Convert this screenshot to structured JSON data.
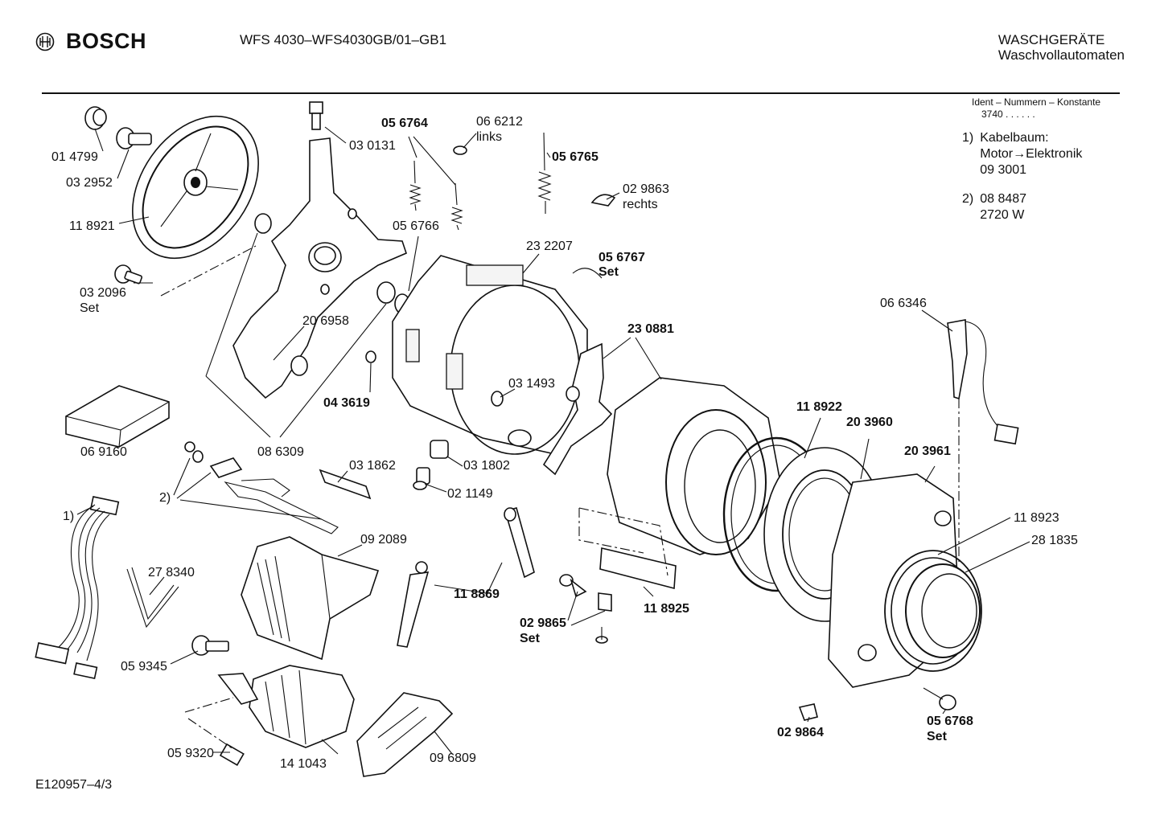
{
  "header": {
    "brand": "BOSCH",
    "model": "WFS 4030–WFS4030GB/01–GB1",
    "category_line1": "WASCHGERÄTE",
    "category_line2": "Waschvollautomaten"
  },
  "notes": {
    "ident_title": "Ident – Nummern – Konstante",
    "ident_value": "3740  .  .   .  .  .  .",
    "note1_marker": "1)",
    "note1_line1": "Kabelbaum:",
    "note1_line2": "Motor→Elektronik",
    "note1_line3": "09 3001",
    "note2_marker": "2)",
    "note2_line1": "08 8487",
    "note2_line2": "2720 W"
  },
  "footer": {
    "drawing_id": "E120957–4/3"
  },
  "labels": {
    "p014799": "01 4799",
    "p032952": "03 2952",
    "p118921": "11 8921",
    "p032096": "03 2096",
    "set_a": "Set",
    "p030131": "03 0131",
    "p056764": "05 6764",
    "p066212": "06 6212",
    "links": "links",
    "p056765": "05 6765",
    "p029863": "02 9863",
    "rechts": "rechts",
    "p056766": "05 6766",
    "p232207": "23 2207",
    "p056767": "05 6767",
    "set_b": "Set",
    "p206958": "20 6958",
    "p043619": "04 3619",
    "p031493": "03 1493",
    "p230881": "23 0881",
    "p066346": "06 6346",
    "p069160": "06 9160",
    "p086309": "08 6309",
    "p031862": "03 1862",
    "p031802": "03 1802",
    "p021149": "02 1149",
    "p118922": "11 8922",
    "p203960": "20 3960",
    "p203961": "20 3961",
    "m2": "2)",
    "m1": "1)",
    "p092089": "09 2089",
    "p278340": "27 8340",
    "p118869": "11 8869",
    "p118925": "11 8925",
    "p029865": "02 9865",
    "set_c": "Set",
    "p118923": "11 8923",
    "p281835": "28 1835",
    "p059345": "05 9345",
    "p059320": "05 9320",
    "p141043": "14 1043",
    "p096809": "09 6809",
    "p029864": "02 9864",
    "p056768": "05 6768",
    "set_d": "Set"
  }
}
